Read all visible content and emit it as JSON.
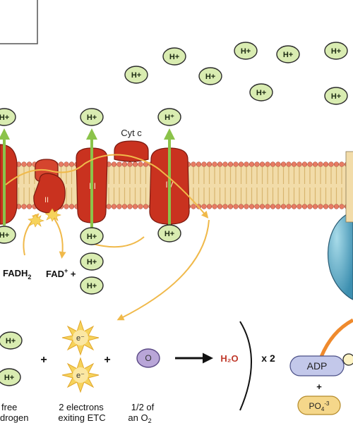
{
  "proton": {
    "label": "H+",
    "label_plus_symbol": "H⁺",
    "fill": "#d9ecb1",
    "stroke": "#2b2b2b"
  },
  "membrane": {
    "head_color": "#e77b63",
    "tail_color": "#d8b56f",
    "bilayer_color": "#e8c27d"
  },
  "complexes": {
    "ii_label": "II",
    "iii_label": "III",
    "iv_label": "IV",
    "cyt_c_label": "Cyt c",
    "protein_color": "#c9321f",
    "arrow_color": "#8bc34a"
  },
  "reaction": {
    "fadh2_main": "FADH",
    "fadh2_sub": "2",
    "fad_main": "FAD",
    "fad_sup": "+",
    "fad_tail": " +",
    "electron_label": "e⁻",
    "oxygen_label": "O",
    "water_label": "H₂O",
    "times_two": "x 2",
    "plus": "+",
    "adp_label": "ADP",
    "po4_main": "PO",
    "po4_sub": "4",
    "po4_sup": "-3"
  },
  "captions": {
    "free_l1": "free",
    "free_l2": "drogen",
    "electrons_l1": "2 electrons",
    "electrons_l2": "exiting ETC",
    "half_l1": "1/2 of",
    "half_l2_main": "an O",
    "half_l2_sub": "2"
  },
  "colors": {
    "electron_flow": "#f0b94a",
    "water_text": "#c0392b",
    "atp_synthase": "#6fb6d0",
    "adp_fill": "#c3c8ea",
    "po4_fill": "#f5d78a",
    "oxygen_fill": "#b9a6d8"
  }
}
